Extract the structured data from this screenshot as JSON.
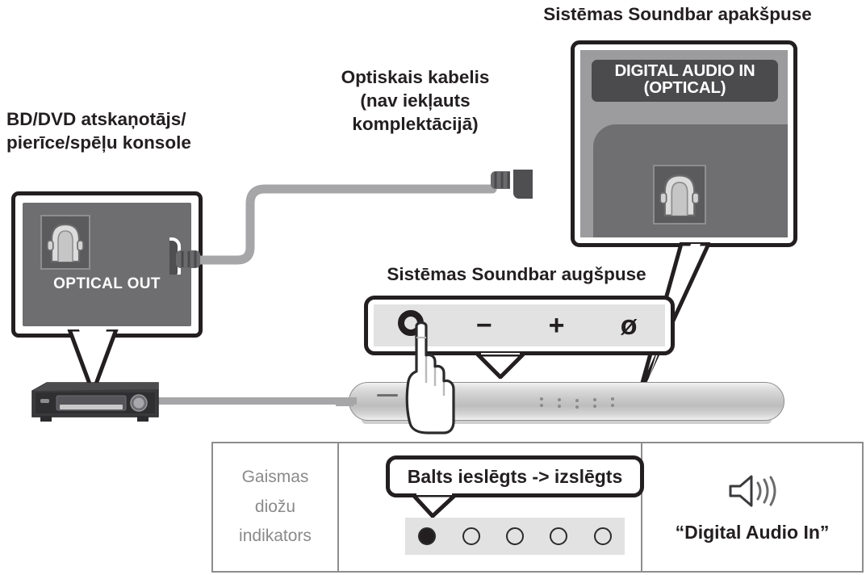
{
  "labels": {
    "player": "BD/DVD atskaņotājs/\npierīce/spēļu konsole",
    "optical_cable": "Optiskais kabelis\n(nav iekļauts\nkomplektācijā)",
    "soundbar_bottom": "Sistēmas Soundbar apakšpuse",
    "soundbar_top": "Sistēmas Soundbar augšpuse"
  },
  "optical_out_panel": {
    "port_label": "OPTICAL OUT",
    "jack_icon": "optical-toslink-jack-icon"
  },
  "digital_in_panel": {
    "port_label": "DIGITAL AUDIO IN\n(OPTICAL)",
    "jack_icon": "optical-toslink-jack-icon"
  },
  "control_panel": {
    "buttons": [
      {
        "name": "power-source-button",
        "glyph": ""
      },
      {
        "name": "volume-down-button",
        "glyph": "−"
      },
      {
        "name": "volume-up-button",
        "glyph": "+"
      },
      {
        "name": "bluetooth-pair-button",
        "glyph": "ø"
      }
    ]
  },
  "led_table": {
    "row_label": "Gaismas\ndiožu\nindikators",
    "state_callout": "Balts ieslēgts -> izslēgts",
    "leds": [
      {
        "state": "on"
      },
      {
        "state": "off"
      },
      {
        "state": "off"
      },
      {
        "state": "off"
      },
      {
        "state": "off"
      }
    ],
    "source_icon": "speaker-sound-icon",
    "source_text": "“Digital Audio In”"
  },
  "colors": {
    "outline": "#231f20",
    "panel_gray": "#6e6e70",
    "panel_gray_light": "#9c9c9e",
    "tag_gray": "#4b4b4d",
    "cable_gray": "#a6a6a8",
    "plug_dark": "#4f4f51",
    "strip_gray": "#e2e2e2",
    "table_border": "#8d8d8f",
    "muted_text": "#8a8a8c"
  }
}
